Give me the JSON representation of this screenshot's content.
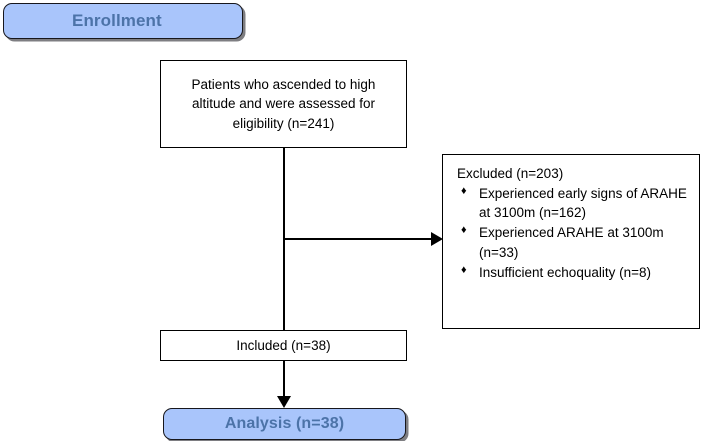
{
  "diagram": {
    "type": "flowchart",
    "title": "CONSORT-style participant flow diagram",
    "colors": {
      "stage_fill": "#a9c5fb",
      "stage_text": "#4c73a8",
      "stage_border": "#17171c",
      "node_fill": "#ffffff",
      "node_border": "#000000",
      "connector": "#000000",
      "body_text": "#000000",
      "background": "#ffffff"
    },
    "stages": [
      {
        "id": "enrollment",
        "label": "Enrollment"
      },
      {
        "id": "analysis",
        "label": "Analysis (n=38)"
      }
    ],
    "nodes": {
      "patients": {
        "text": "Patients who ascended to high altitude and were assessed for eligibility (n=241)",
        "count": 241
      },
      "included": {
        "text": "Included (n=38)",
        "count": 38
      },
      "excluded": {
        "title": "Excluded (n=203)",
        "count": 203,
        "bullet_glyph": "♦",
        "items": [
          "Experienced early signs of ARAHE at 3100m (n=162)",
          "Experienced ARAHE at 3100m (n=33)",
          "Insufficient echoquality (n=8)"
        ]
      }
    },
    "connectors": [
      {
        "id": "trunk",
        "from": "patients",
        "to": "included",
        "direction": "vertical",
        "arrow": false
      },
      {
        "id": "branch",
        "from": "trunk",
        "to": "excluded",
        "direction": "horizontal-right",
        "arrow": true
      },
      {
        "id": "tail",
        "from": "included",
        "to": "analysis",
        "direction": "vertical-down",
        "arrow": true
      }
    ]
  }
}
